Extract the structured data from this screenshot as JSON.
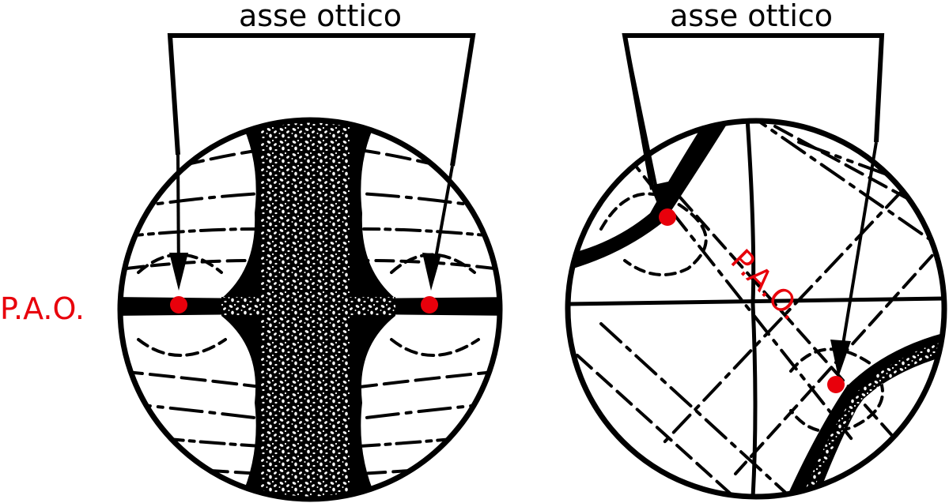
{
  "diagram": {
    "left_panel": {
      "axis_label": "asse ottico",
      "point_label": "P.A.O."
    },
    "right_panel": {
      "axis_label": "asse ottico",
      "point_label": "P.A.O."
    }
  },
  "colors": {
    "ink": "#000000",
    "point": "#e8000b",
    "label": "#e8000b",
    "background": "#ffffff"
  }
}
